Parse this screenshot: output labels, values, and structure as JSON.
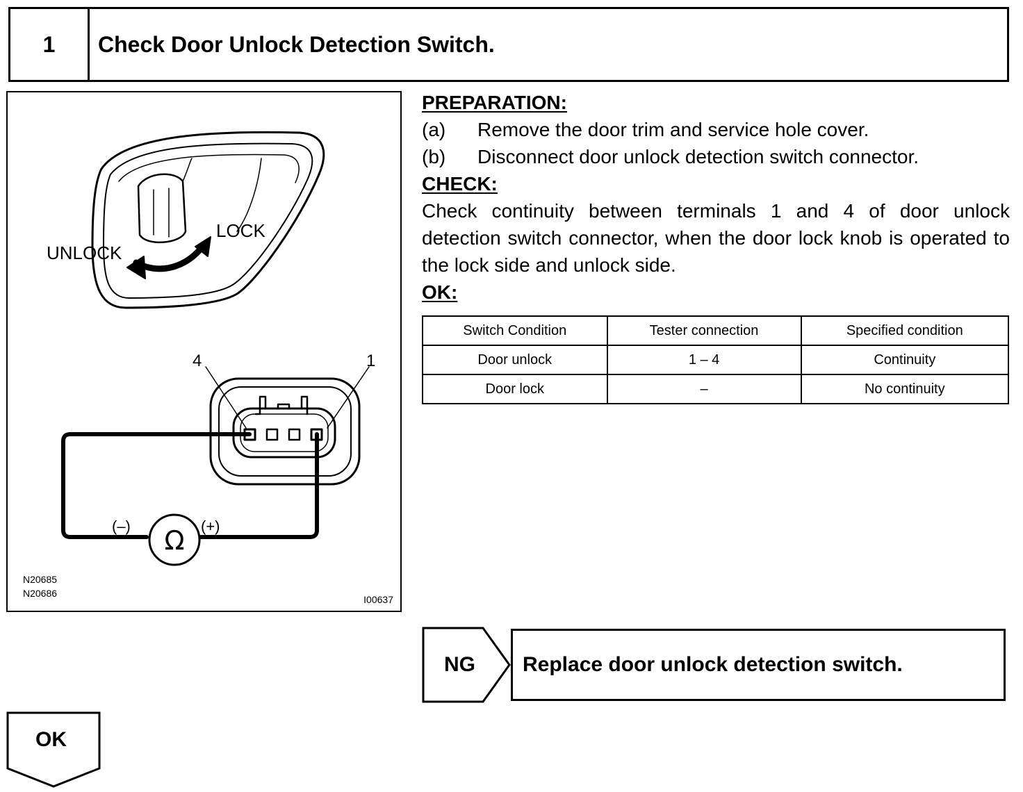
{
  "header": {
    "step_number": "1",
    "title": "Check Door Unlock Detection Switch."
  },
  "figure": {
    "labels": {
      "unlock": "UNLOCK",
      "lock": "LOCK",
      "terminal_4": "4",
      "terminal_1": "1",
      "minus": "(–)",
      "plus": "(+)",
      "ohm": "Ω"
    },
    "codes_left": [
      "N20685",
      "N20686"
    ],
    "code_right": "I00637"
  },
  "preparation": {
    "heading": "PREPARATION:",
    "steps": [
      {
        "letter": "(a)",
        "text": "Remove the door trim and service hole cover."
      },
      {
        "letter": "(b)",
        "text": "Disconnect door unlock detection switch connector."
      }
    ]
  },
  "check": {
    "heading": "CHECK:",
    "text": "Check continuity between terminals 1 and 4 of door unlock detection switch connector, when the door lock knob is operated to the lock side and unlock side."
  },
  "ok_heading": "OK:",
  "spec_table": {
    "headers": [
      "Switch Condition",
      "Tester connection",
      "Specified condition"
    ],
    "rows": [
      [
        "Door unlock",
        "1 – 4",
        "Continuity"
      ],
      [
        "Door lock",
        "–",
        "No continuity"
      ]
    ]
  },
  "ng": {
    "label": "NG",
    "action": "Replace door unlock detection switch."
  },
  "ok": {
    "label": "OK"
  }
}
